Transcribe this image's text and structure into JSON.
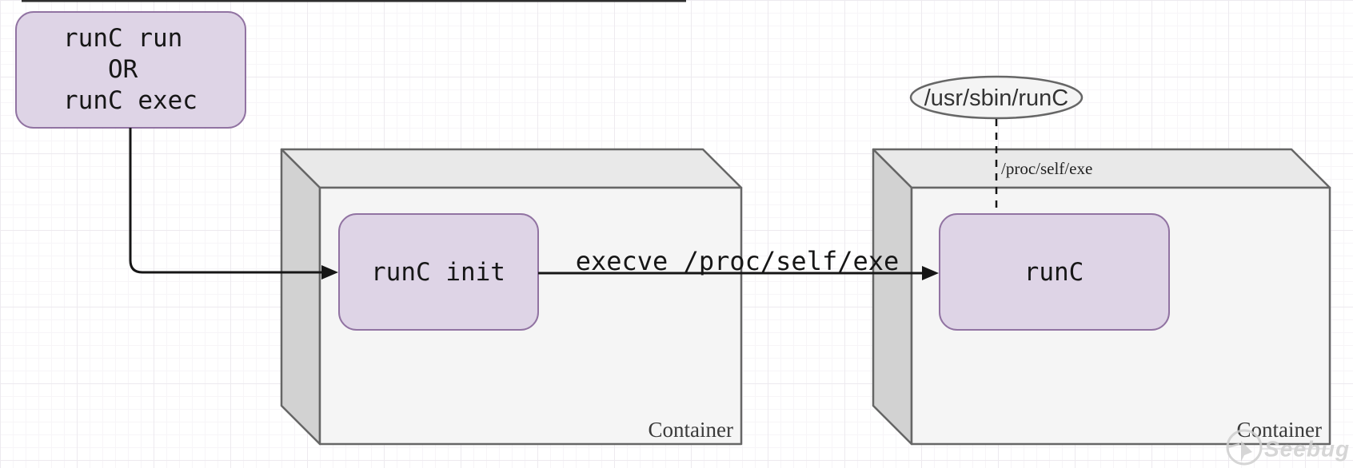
{
  "diagram": {
    "start_node": {
      "lines": [
        "runC run",
        "OR",
        "runC exec"
      ]
    },
    "containers": [
      {
        "label": "Container",
        "process": "runC init"
      },
      {
        "label": "Container",
        "process": "runC"
      }
    ],
    "execve_edge_label": "execve /proc/self/exe",
    "host_binary_label": "/usr/sbin/runC",
    "symlink_label": "/proc/self/exe",
    "watermark": "Seebug"
  },
  "colors": {
    "node_fill": "#ded4e6",
    "node_stroke": "#9173a2",
    "cube_front": "#f5f5f5",
    "cube_top": "#e9e9e9",
    "cube_side": "#d2d2d2",
    "cube_stroke": "#666666",
    "arrow": "#161616",
    "container_label": "#3a3a3a",
    "ellipse_fill": "#f4f4f4",
    "ellipse_stroke": "#666666",
    "watermark_gray": "#cfcfcf"
  }
}
